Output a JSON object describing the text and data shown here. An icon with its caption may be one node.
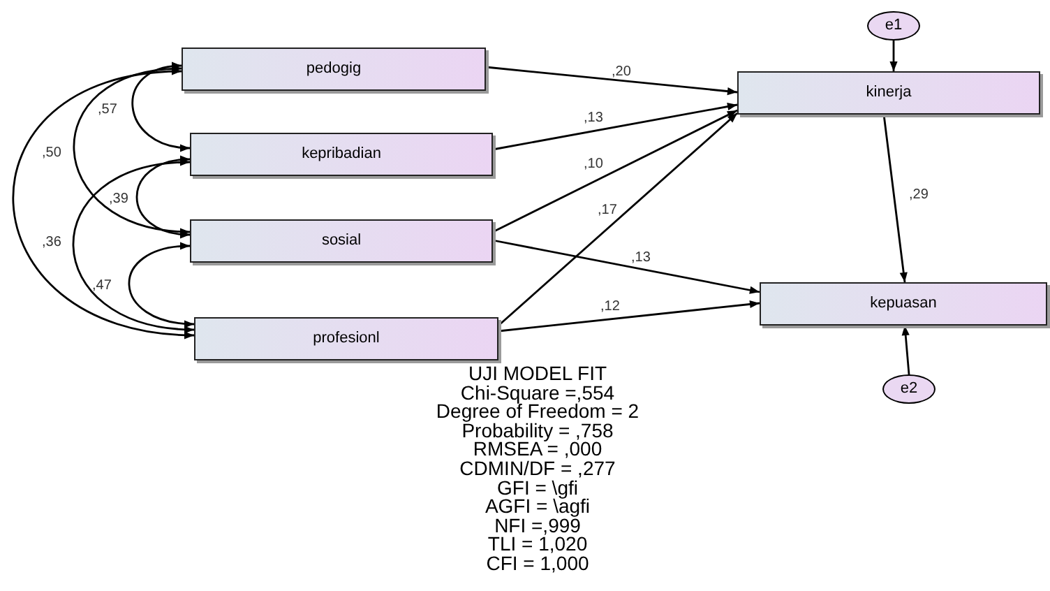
{
  "diagram": {
    "nodes": [
      {
        "text": [
          "pedogig"
        ]
      },
      {
        "text": [
          "kepribadian"
        ]
      },
      {
        "text": [
          "sosial"
        ]
      },
      {
        "text": [
          "profesionl"
        ]
      },
      {
        "text": [
          "e1"
        ]
      },
      {
        "text": [
          "kinerja"
        ]
      },
      {
        "text": [
          "kepuasan"
        ]
      },
      {
        "text": [
          "e2"
        ]
      }
    ],
    "edges": [
      {
        "from": 0,
        "to": 5,
        "arrow": "to",
        "label": ",20"
      },
      {
        "from": 1,
        "to": 5,
        "arrow": "to",
        "label": ",13"
      },
      {
        "from": 2,
        "to": 5,
        "arrow": "to",
        "label": ",10"
      },
      {
        "from": 3,
        "to": 5,
        "arrow": "to",
        "label": ",17"
      },
      {
        "from": 2,
        "to": 6,
        "arrow": "to",
        "label": ",13"
      },
      {
        "from": 3,
        "to": 6,
        "arrow": "to",
        "label": ",12"
      },
      {
        "from": 4,
        "to": 5,
        "arrow": "to"
      },
      {
        "from": 5,
        "to": 6,
        "arrow": "to",
        "label": ",29"
      },
      {
        "from": 7,
        "to": 6,
        "arrow": "to"
      },
      {
        "from": 0,
        "to": 1,
        "arrow": "both",
        "label": ",57"
      },
      {
        "from": 0,
        "to": 2,
        "arrow": "both",
        "label": ",50"
      },
      {
        "from": 1,
        "to": 2,
        "arrow": "both",
        "label": ",39"
      },
      {
        "from": 0,
        "to": 3,
        "arrow": "both",
        "label": ",36"
      },
      {
        "from": 1,
        "to": 3,
        "arrow": "both",
        "label": ",47"
      },
      {
        "from": 2,
        "to": 3,
        "arrow": "both"
      }
    ],
    "labels": [
      "UJI MODEL FIT",
      "Chi-Square =,554",
      "Degree of Freedom = 2",
      "Probability = ,758",
      "RMSEA = ,000",
      "CDMIN/DF = ,277",
      "GFI = \\gfi",
      "AGFI = \\agfi",
      "NFI =,999",
      "TLI = 1,020",
      "CFI = 1,000"
    ]
  }
}
